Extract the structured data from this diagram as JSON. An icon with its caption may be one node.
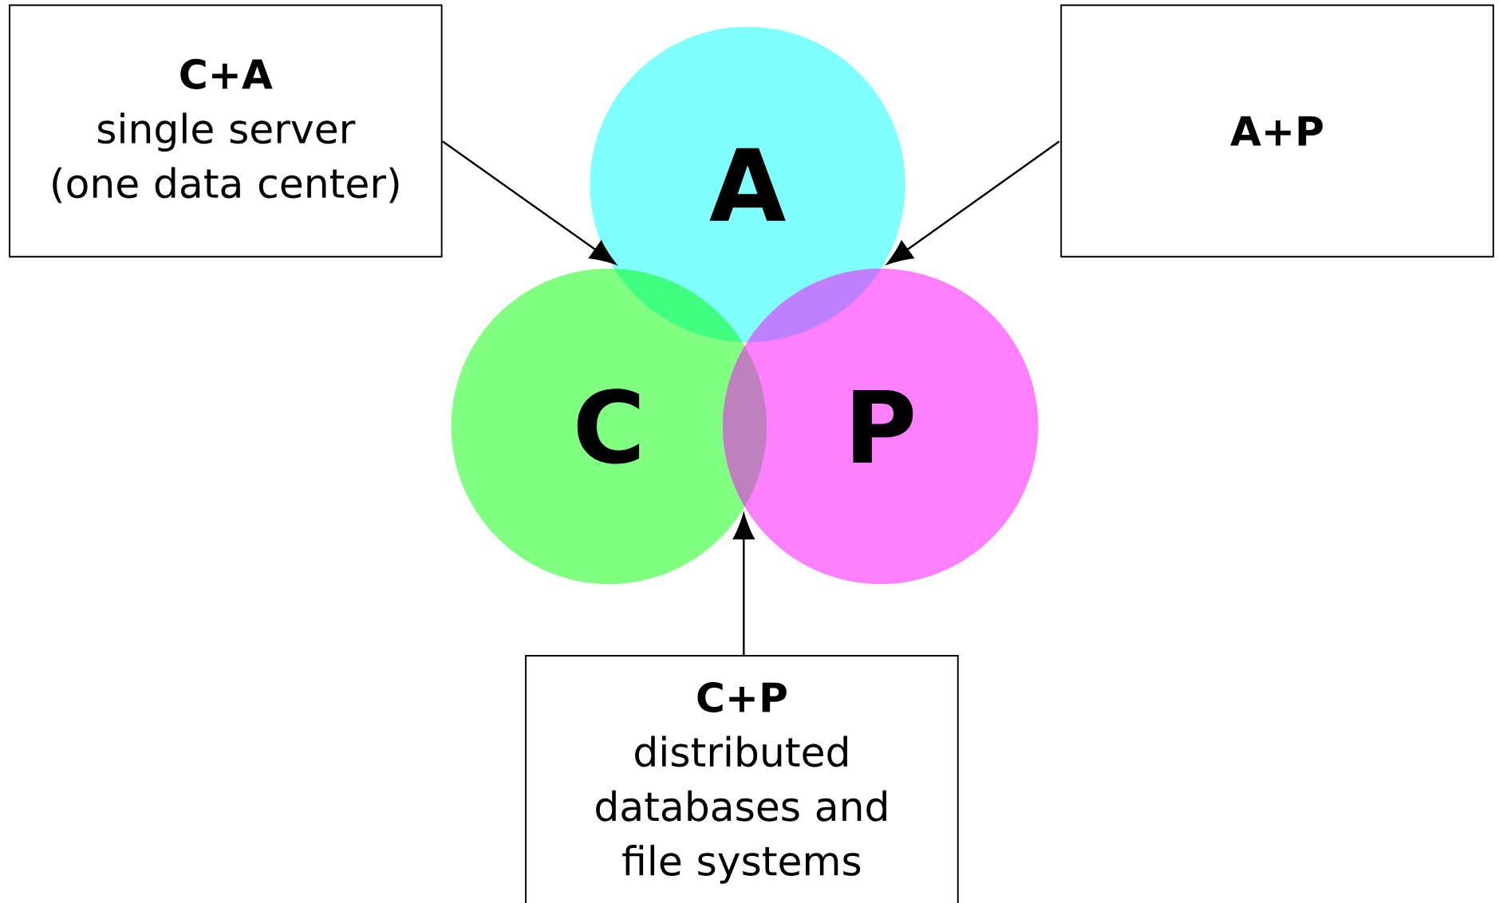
{
  "diagram": {
    "nodes": [
      {
        "text": [
          "A"
        ]
      },
      {
        "text": [
          "C"
        ]
      },
      {
        "text": [
          "P"
        ]
      },
      {
        "text": [
          "C+A",
          "single server",
          "(one data center)"
        ]
      },
      {
        "text": [
          "A+P"
        ]
      },
      {
        "text": [
          "C+P",
          "distributed databases and file systems"
        ]
      },
      {
        "text": [],
        "shape": "lens"
      },
      {
        "text": [],
        "shape": "lens"
      },
      {
        "text": [],
        "shape": "lens"
      }
    ],
    "edges": [
      {
        "from": 3,
        "to": 6,
        "arrow": "to"
      },
      {
        "from": 4,
        "to": 7,
        "arrow": "to"
      },
      {
        "from": 5,
        "to": 8,
        "arrow": "to"
      }
    ]
  }
}
